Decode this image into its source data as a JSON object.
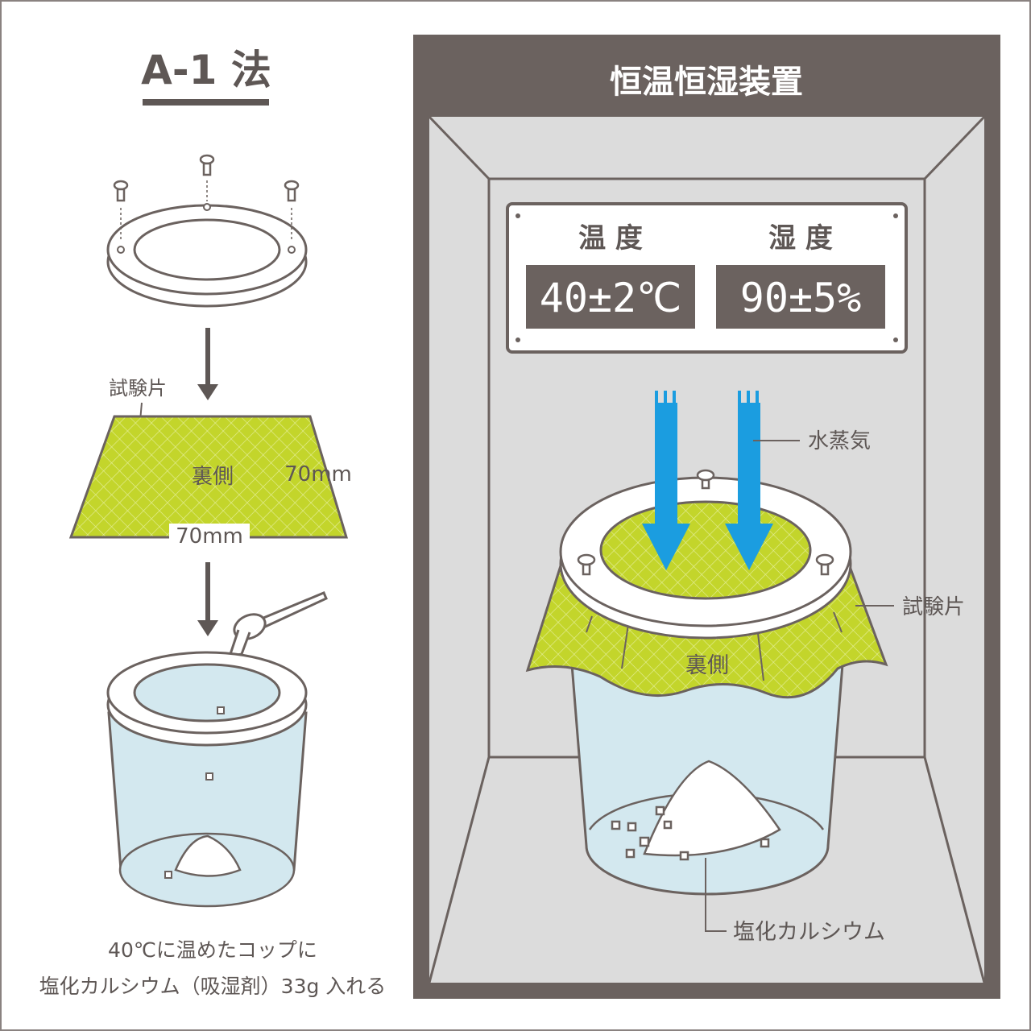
{
  "left": {
    "title": "A-1 法",
    "specimen_label": "試験片",
    "back_side_label": "裏側",
    "dimension_side": "70mm",
    "dimension_bottom": "70mm",
    "caption_line1": "40℃に温めたコップに",
    "caption_line2": "塩化カルシウム（吸湿剤）33g 入れる"
  },
  "chamber": {
    "title": "恒温恒湿装置",
    "temperature_label": "温 度",
    "humidity_label": "湿 度",
    "temperature_value": "40±2℃",
    "humidity_value": "90±5%",
    "vapor_label": "水蒸気",
    "specimen_label": "試験片",
    "back_side_label": "裏側",
    "desiccant_label": "塩化カルシウム"
  },
  "colors": {
    "frame": "#6b625f",
    "specimen_green": "#c3d52b",
    "vapor_blue": "#1b9de0",
    "cup_blue": "#d3e8ef",
    "chamber_gray": "#dcdcdc"
  }
}
